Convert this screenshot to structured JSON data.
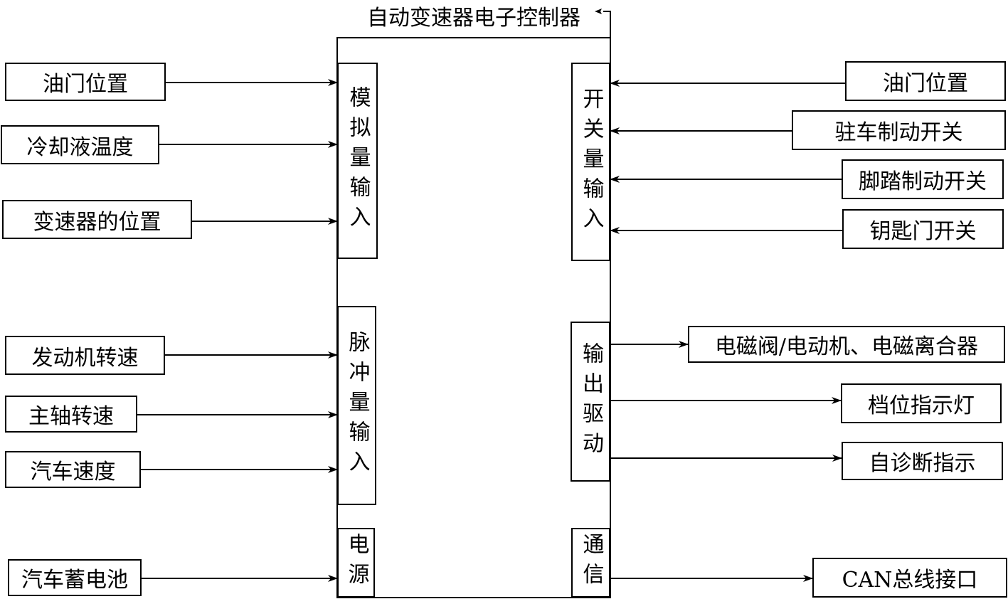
{
  "title": "自动变速器电子控制器",
  "controller": {
    "analog_input": "模拟量输入",
    "pulse_input": "脉冲量输入",
    "power": "电源",
    "switch_input": "开关量输入",
    "output_drive": "输出驱动",
    "communication": "通信"
  },
  "left_inputs": {
    "throttle_position": "油门位置",
    "coolant_temperature": "冷却液温度",
    "transmission_position": "变速器的位置",
    "engine_speed": "发动机转速",
    "main_shaft_speed": "主轴转速",
    "vehicle_speed": "汽车速度",
    "battery": "汽车蓄电池"
  },
  "right_inputs": {
    "throttle_position": "油门位置",
    "parking_brake_switch": "驻车制动开关",
    "foot_brake_switch": "脚踏制动开关",
    "key_switch": "钥匙门开关"
  },
  "outputs": {
    "solenoid": "电磁阀/电动机、电磁离合器",
    "gear_indicator": "档位指示灯",
    "self_diagnosis": "自诊断指示",
    "can_bus": "CAN总线接口"
  }
}
